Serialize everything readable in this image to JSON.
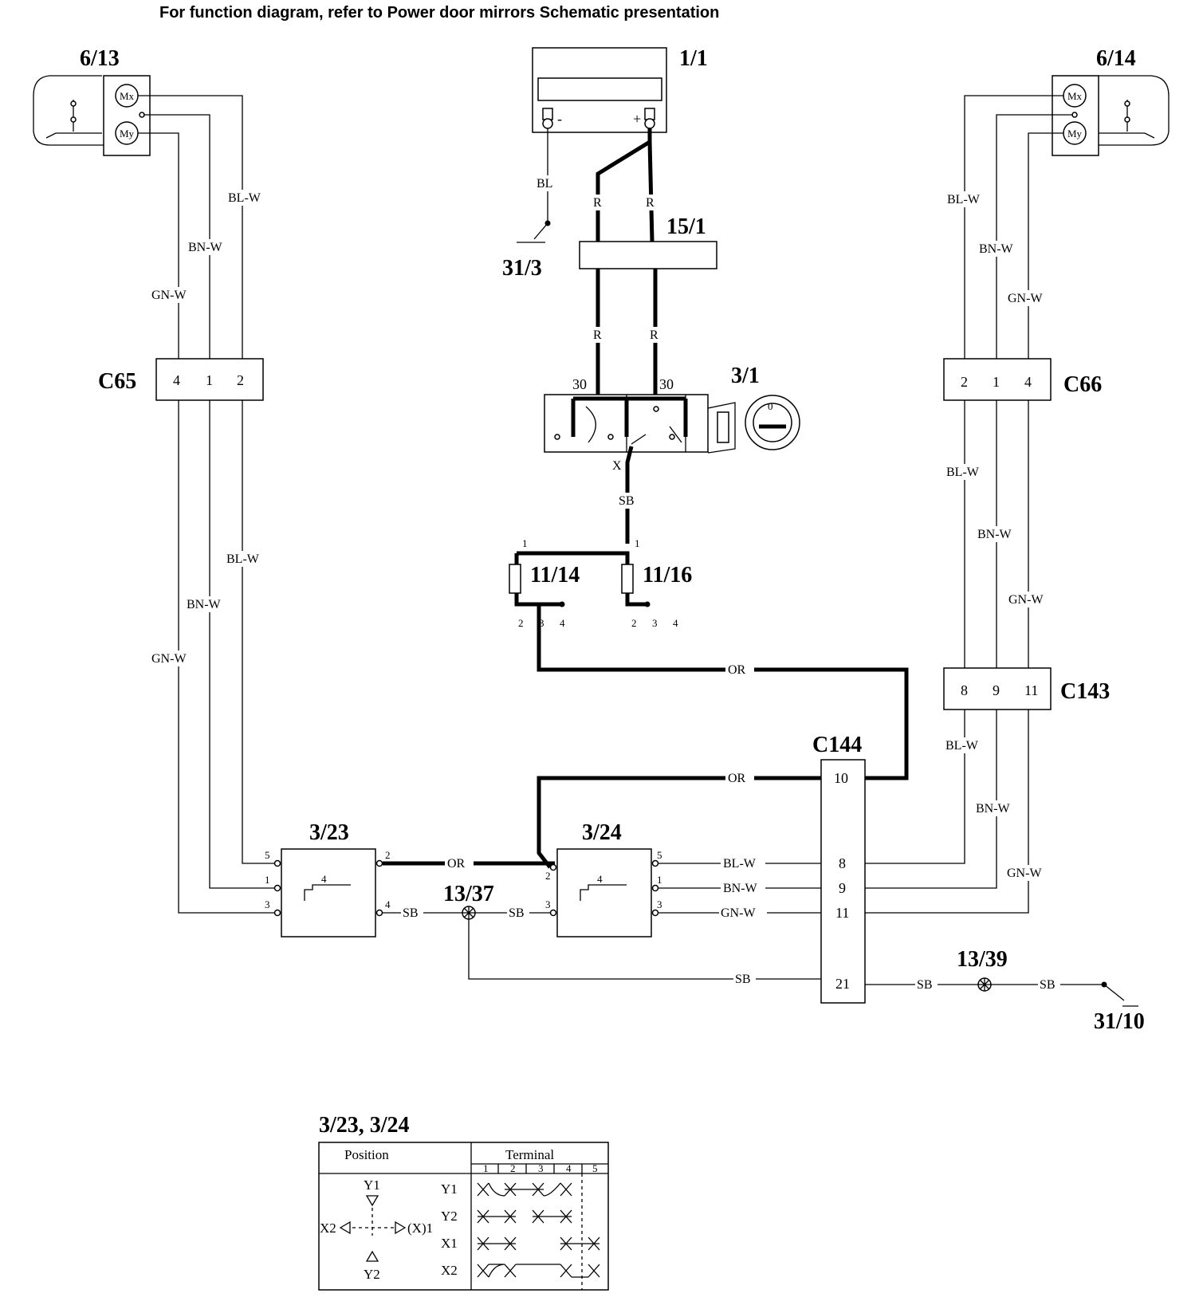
{
  "header": {
    "prefix": "For function diagram, refer to ",
    "link": "Power door mirrors Schematic presentation"
  },
  "components": {
    "mirror_left": "6/13",
    "mirror_right": "6/14",
    "motor_x": "Mx",
    "motor_y": "My",
    "battery": "1/1",
    "battery_neg": "-",
    "battery_pos": "+",
    "fusebox": "15/1",
    "ignition": "3/1",
    "ground_31_3": "31/3",
    "ground_31_10": "31/10",
    "fuse_11_14": "11/14",
    "fuse_11_16": "11/16",
    "switch_3_23": "3/23",
    "switch_3_24": "3/24",
    "splice_13_37": "13/37",
    "splice_13_39": "13/39"
  },
  "connectors": {
    "c65": {
      "name": "C65",
      "pins": [
        "4",
        "1",
        "2"
      ]
    },
    "c66": {
      "name": "C66",
      "pins": [
        "2",
        "1",
        "4"
      ]
    },
    "c143": {
      "name": "C143",
      "pins": [
        "8",
        "9",
        "11"
      ]
    },
    "c144": {
      "name": "C144",
      "pins": [
        "10",
        "8",
        "9",
        "11",
        "21"
      ]
    }
  },
  "wire_colors": {
    "blw": "BL-W",
    "bnw": "BN-W",
    "gnw": "GN-W",
    "bl": "BL",
    "r": "R",
    "sb": "SB",
    "or": "OR",
    "x": "X"
  },
  "terminals": {
    "ign_30": "30",
    "fuse_1": "1",
    "fuse_2": "2",
    "fuse_3": "3",
    "fuse_4": "4",
    "sw_1": "1",
    "sw_2": "2",
    "sw_3": "3",
    "sw_4": "4",
    "sw_5": "5"
  },
  "table": {
    "title": "3/23, 3/24",
    "position_header": "Position",
    "terminal_header": "Terminal",
    "terminal_numbers": [
      "1",
      "2",
      "3",
      "4",
      "5"
    ],
    "rows": [
      "Y1",
      "Y2",
      "X1",
      "X2"
    ],
    "pictogram": {
      "y1": "Y1",
      "y2": "Y2",
      "x1": "(X)1",
      "x2": "X2"
    }
  }
}
